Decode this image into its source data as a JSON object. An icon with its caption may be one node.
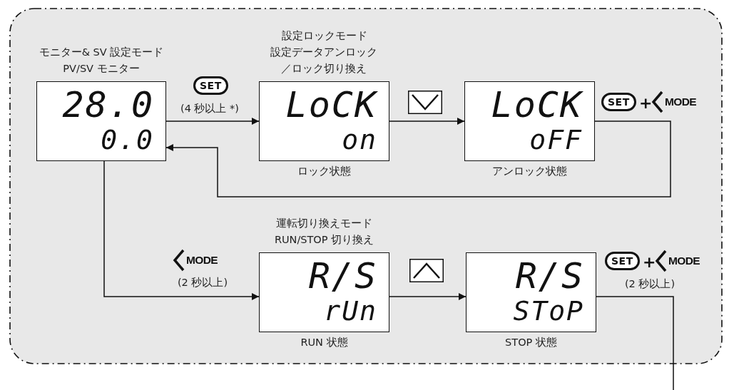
{
  "diagram": {
    "nodes": [
      {
        "text": [
          "モニター& SV 設定モード",
          "PV/SV モニター",
          "28.0",
          "0.0"
        ]
      },
      {
        "text": [
          "設定ロックモード",
          "設定データアンロック／ロック切り換え",
          "LoCK",
          "on"
        ],
        "beside": [
          "ロック状態"
        ]
      },
      {
        "text": [
          "LoCK",
          "oFF"
        ],
        "beside": [
          "アンロック状態"
        ]
      },
      {
        "text": [
          "運転切り換えモード",
          "RUN/STOP 切り換え",
          "R/S",
          "rUn"
        ],
        "beside": [
          "RUN 状態"
        ]
      },
      {
        "text": [
          "R/S",
          "SToP"
        ],
        "beside": [
          "STOP 状態"
        ]
      }
    ],
    "edges": [
      {
        "from": 0,
        "to": 1,
        "arrow": "to",
        "label": "(4 秒以上 *)"
      },
      {
        "from": 1,
        "to": 2,
        "arrow": "to"
      },
      {
        "from": 2,
        "to": 0,
        "arrow": "to"
      },
      {
        "from": 0,
        "to": 3,
        "arrow": "to",
        "label": "(2 秒以上)"
      },
      {
        "from": 3,
        "to": 4,
        "arrow": "to"
      },
      {
        "from": 4,
        "to": null,
        "arrow": "none",
        "label": "(2 秒以上)"
      }
    ],
    "labels": [
      "SET",
      "SET",
      "+",
      "MODE",
      "MODE",
      "SET",
      "+",
      "MODE"
    ]
  }
}
